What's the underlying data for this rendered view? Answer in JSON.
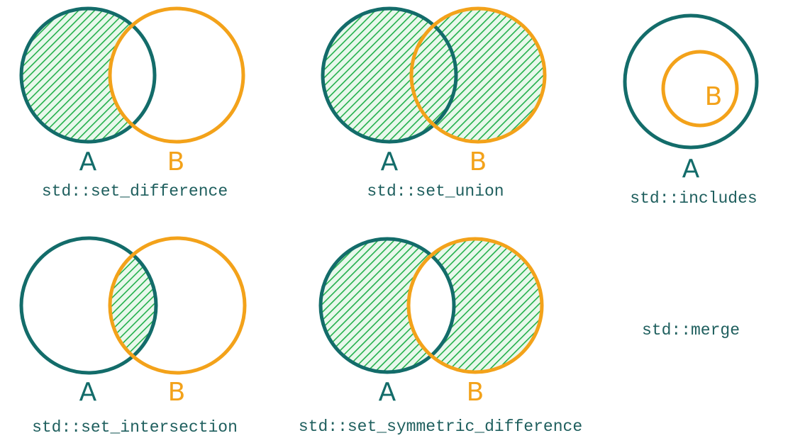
{
  "colors": {
    "a": "#136c6a",
    "b": "#f3a21a",
    "hatch_stroke": "#22b04b",
    "hatch_fill": "#e9f8ec",
    "caption": "#1f5f5e"
  },
  "diagrams": {
    "set_difference": {
      "label_a": "A",
      "label_b": "B",
      "caption": "std::set_difference"
    },
    "set_union": {
      "label_a": "A",
      "label_b": "B",
      "caption": "std::set_union"
    },
    "includes": {
      "label_a": "A",
      "label_b": "B",
      "caption": "std::includes"
    },
    "set_intersection": {
      "label_a": "A",
      "label_b": "B",
      "caption": "std::set_intersection"
    },
    "set_symmetric_difference": {
      "label_a": "A",
      "label_b": "B",
      "caption": "std::set_symmetric_difference"
    },
    "merge": {
      "caption": "std::merge"
    }
  }
}
